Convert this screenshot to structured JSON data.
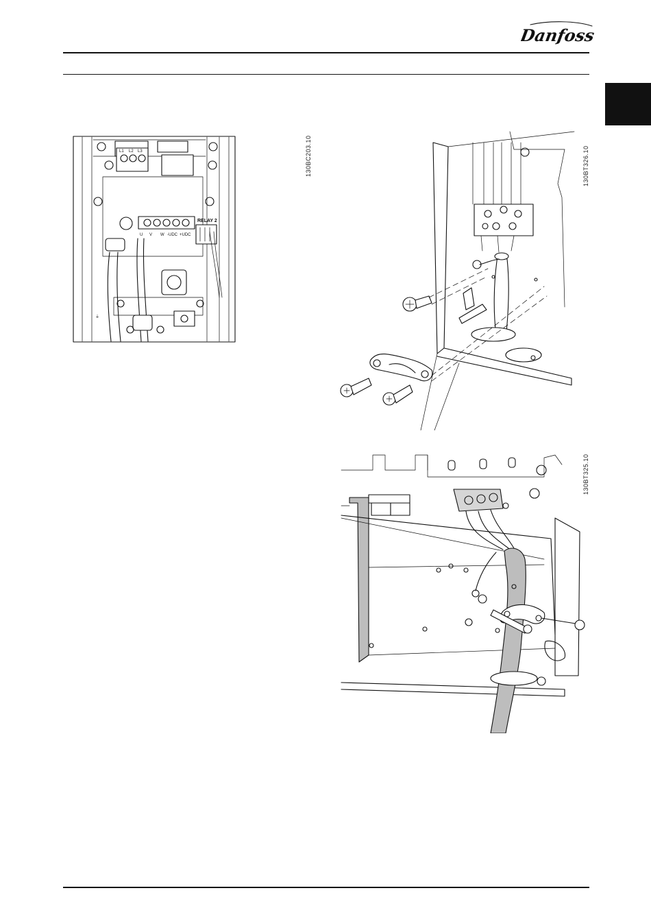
{
  "header": {
    "brand": "Danfoss"
  },
  "figures": [
    {
      "code": "130BC203.10",
      "icon": "drive-wiring-overview-drawing",
      "labels": {
        "relay": "RELAY 2",
        "u": "U",
        "v": "V",
        "w": "W",
        "dcm": "-UDC",
        "dcp": "+UDC"
      }
    },
    {
      "code": "130BT326.10",
      "icon": "cable-clamp-exploded-drawing"
    },
    {
      "code": "130BT325.10",
      "icon": "cable-clamp-installed-drawing"
    }
  ],
  "colors": {
    "ink": "#111111",
    "cable": "#bdbdbd",
    "tab": "#111111"
  }
}
